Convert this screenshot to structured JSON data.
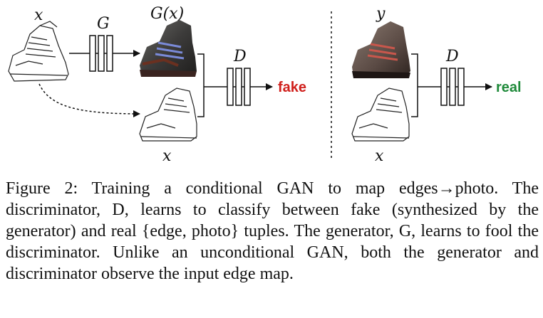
{
  "figure": {
    "labels": {
      "x_top": "x",
      "generator": "G",
      "g_of_x": "G(x)",
      "disc_left": "D",
      "x_bottom_left": "x",
      "y_top": "y",
      "disc_right": "D",
      "x_bottom_right": "x"
    },
    "outputs": {
      "fake": "fake",
      "real": "real"
    },
    "colors": {
      "fake": "#d0201c",
      "real": "#1f8a3a"
    }
  },
  "caption": {
    "text": "Figure 2: Training a conditional GAN to map edges→photo. The discriminator, D, learns to classify between fake (synthesized by the generator) and real {edge, photo} tuples. The generator, G, learns to fool the discriminator. Unlike an unconditional GAN, both the generator and discriminator observe the input edge map."
  }
}
